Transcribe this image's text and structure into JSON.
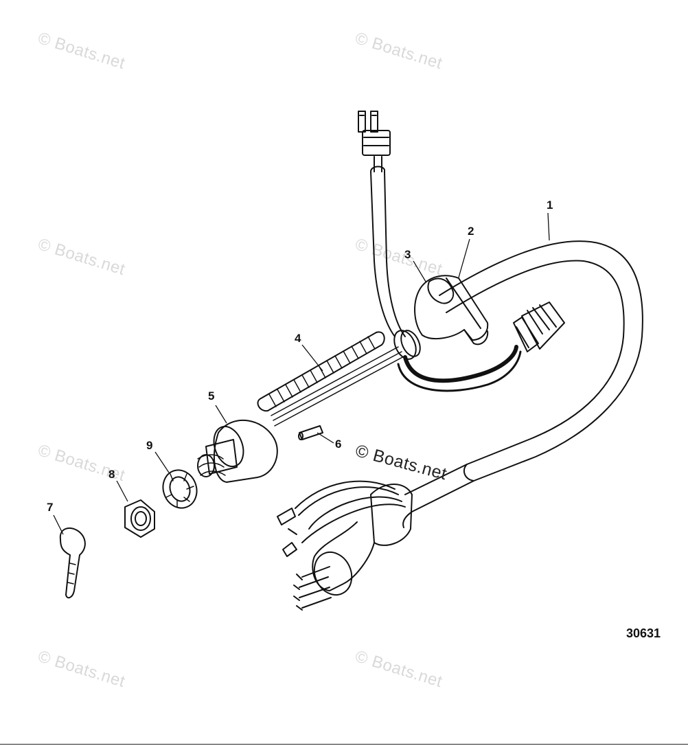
{
  "figure_number": "30631",
  "watermark_text": "© Boats.net",
  "callouts": {
    "c1": "1",
    "c2": "2",
    "c3": "3",
    "c4": "4",
    "c5": "5",
    "c6": "6",
    "c7": "7",
    "c8": "8",
    "c9": "9"
  },
  "colors": {
    "line": "#111111",
    "watermark": "#d9d9d9"
  }
}
